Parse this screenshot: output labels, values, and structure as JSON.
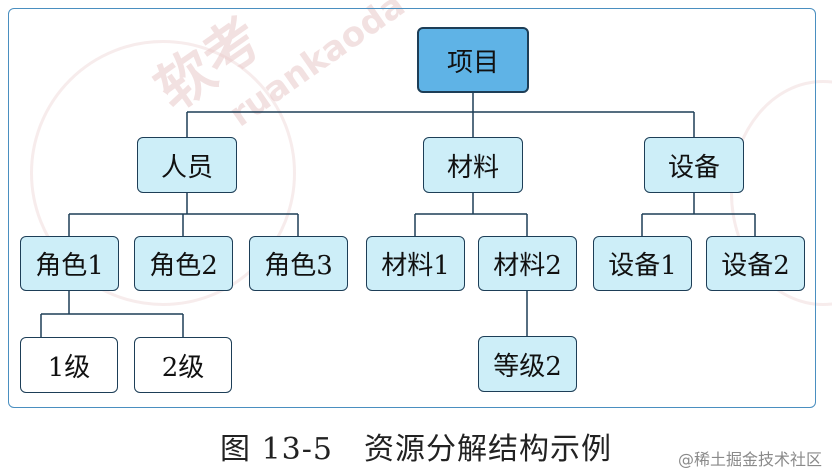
{
  "diagram": {
    "root": "项目",
    "level1": [
      "人员",
      "材料",
      "设备"
    ],
    "level2": [
      "角色1",
      "角色2",
      "角色3",
      "材料1",
      "材料2",
      "设备1",
      "设备2"
    ],
    "level3": [
      "1级",
      "2级",
      "等级2"
    ]
  },
  "caption": "图 13-5　资源分解结构示例",
  "credit": "@稀土掘金技术社区"
}
